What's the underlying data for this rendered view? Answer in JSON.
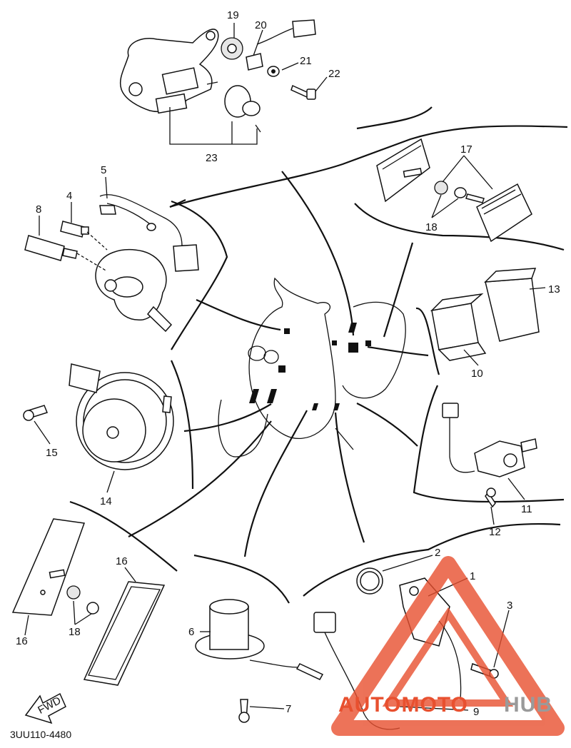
{
  "diagram": {
    "drawing_code": "3UU110-4480",
    "fwd_label": "FWD",
    "callouts": {
      "c1": "1",
      "c2": "2",
      "c3": "3",
      "c4": "4",
      "c5": "5",
      "c6": "6",
      "c7": "7",
      "c8": "8",
      "c9": "9",
      "c10": "10",
      "c11": "11",
      "c12": "12",
      "c13": "13",
      "c14": "14",
      "c15": "15",
      "c16a": "16",
      "c16b": "16",
      "c17": "17",
      "c18a": "18",
      "c18b": "18",
      "c19": "19",
      "c20": "20",
      "c21": "21",
      "c22": "22",
      "c23": "23"
    }
  },
  "watermark": {
    "part1": "AUTOMOTO",
    "part2": "HUB",
    "color_primary": "#e8502f",
    "color_secondary": "#9a9a9a"
  }
}
